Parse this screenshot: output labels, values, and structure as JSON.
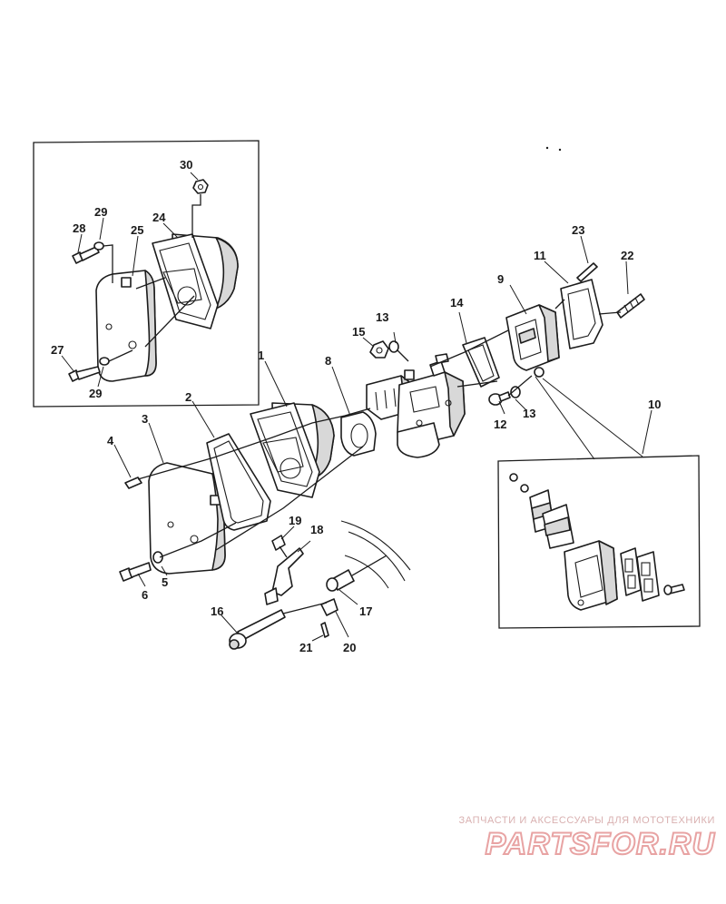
{
  "callouts": [
    "1",
    "2",
    "3",
    "4",
    "5",
    "6",
    "8",
    "9",
    "10",
    "11",
    "12",
    "13",
    "13",
    "14",
    "15",
    "16",
    "17",
    "18",
    "19",
    "20",
    "21",
    "22",
    "23",
    "24",
    "25",
    "27",
    "28",
    "29",
    "29",
    "30"
  ],
  "watermark": {
    "tagline": "ЗАПЧАСТИ И АКСЕССУАРЫ ДЛЯ МОТОТЕХНИКИ",
    "logo": "PARTSFOR.RU"
  },
  "colors": {
    "ink": "#1c1c1c",
    "watermark": "#e8a3a3",
    "background": "#ffffff"
  }
}
